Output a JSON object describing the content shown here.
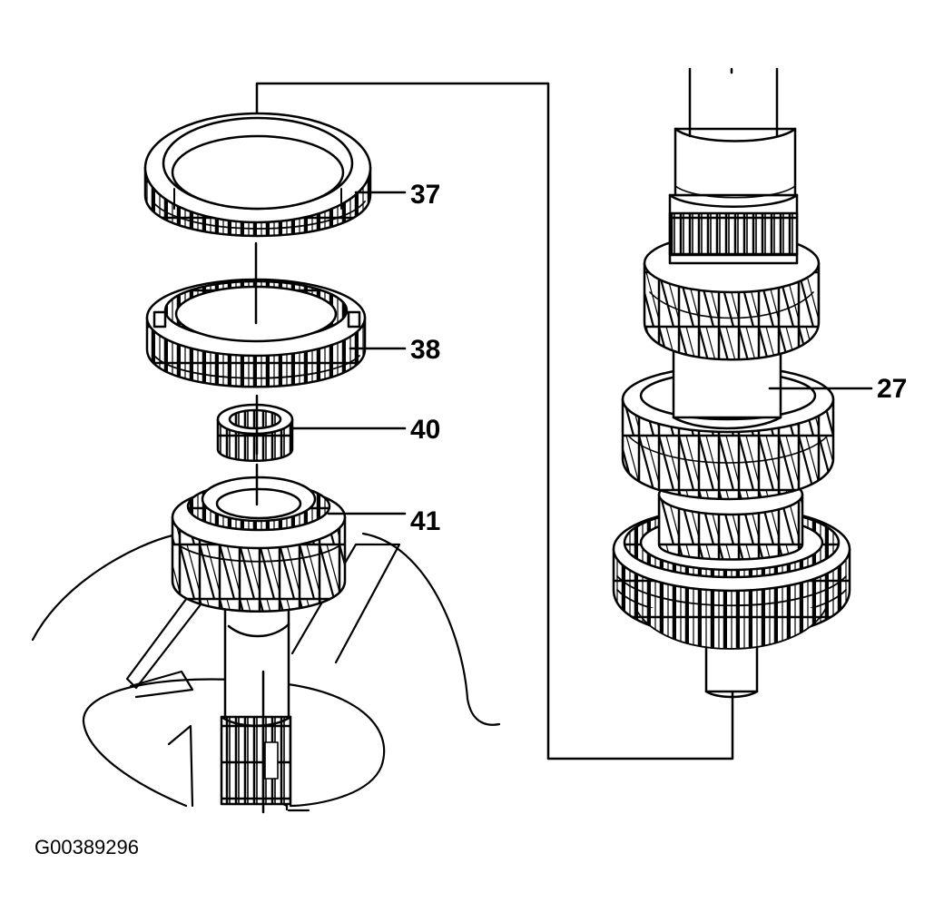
{
  "figure_id": "G00389296",
  "callouts": {
    "c37": "37",
    "c38": "38",
    "c40": "40",
    "c41": "41",
    "c27": "27"
  },
  "colors": {
    "ink": "#000000",
    "paper": "#ffffff"
  },
  "icons": [
    "synchronizer-ring-icon",
    "clutch-hub-icon",
    "needle-bearing-icon",
    "helical-gear-icon",
    "mainshaft-icon"
  ]
}
